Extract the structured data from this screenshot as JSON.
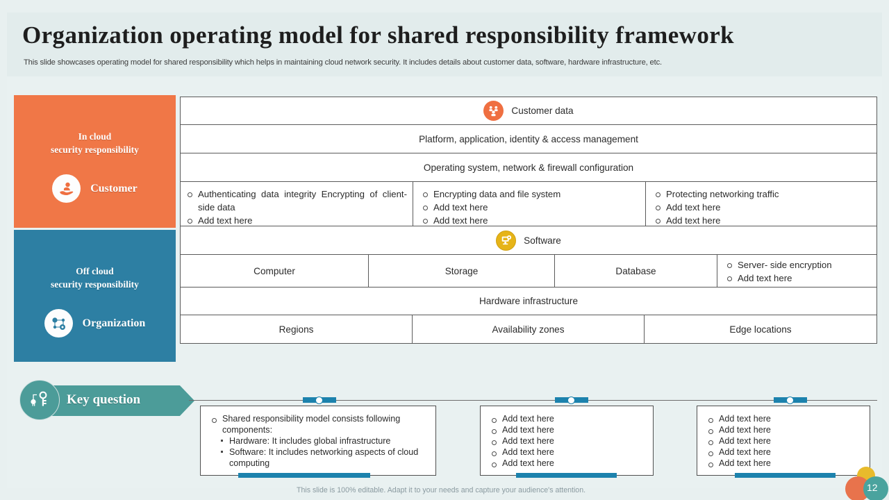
{
  "header": {
    "title": "Organization operating model for shared responsibility framework",
    "subtitle": "This slide showcases operating model for shared responsibility which helps in maintaining cloud network security. It includes details about customer data, software, hardware infrastructure, etc."
  },
  "panels": [
    {
      "heading_line1": "In cloud",
      "heading_line2": "security responsibility",
      "role": "Customer",
      "icon": "hand-with-person-icon",
      "color": "#f07747"
    },
    {
      "heading_line1": "Off cloud",
      "heading_line2": "security responsibility",
      "role": "Organization",
      "icon": "network-nodes-icon",
      "color": "#2d7fa3"
    }
  ],
  "matrix": {
    "row_customer_data": {
      "icon": "customer-data-icon",
      "label": "Customer data"
    },
    "row_platform": {
      "label": "Platform, application, identity & access management"
    },
    "row_os": {
      "label": "Operating system, network & firewall configuration"
    },
    "row_customer_bullets": {
      "col1": [
        "Authenticating data integrity Encrypting of client- side data",
        "Add text here"
      ],
      "col2": [
        "Encrypting data and file system",
        "Add text here",
        "Add text here"
      ],
      "col3": [
        "Protecting networking traffic",
        "Add text here",
        "Add text here"
      ]
    },
    "row_software": {
      "icon": "software-monitor-gear-icon",
      "label": "Software"
    },
    "row_services": {
      "col1": "Computer",
      "col2": "Storage",
      "col3": "Database",
      "col4": [
        "Server- side encryption",
        "Add text here"
      ]
    },
    "row_hardware": {
      "label": "Hardware infrastructure"
    },
    "row_locations": {
      "col1": "Regions",
      "col2": "Availability zones",
      "col3": "Edge locations"
    }
  },
  "key_question": {
    "label": "Key question",
    "icon": "key-lock-icon",
    "color": "#4c9c99"
  },
  "bottom_boxes": [
    {
      "bullets": [
        "Shared responsibility model consists following components:"
      ],
      "sub_bullets": [
        "Hardware:  It includes global infrastructure",
        "Software: It includes networking aspects of cloud computing"
      ]
    },
    {
      "bullets": [
        "Add text here",
        "Add text here",
        "Add text here",
        "Add text here",
        "Add text here"
      ],
      "sub_bullets": []
    },
    {
      "bullets": [
        "Add text here",
        "Add text here",
        "Add text here",
        "Add text here",
        "Add text here"
      ],
      "sub_bullets": []
    }
  ],
  "footer": {
    "note": "This slide is 100% editable. Adapt it to your needs and capture your audience's attention.",
    "page_number": "12"
  }
}
